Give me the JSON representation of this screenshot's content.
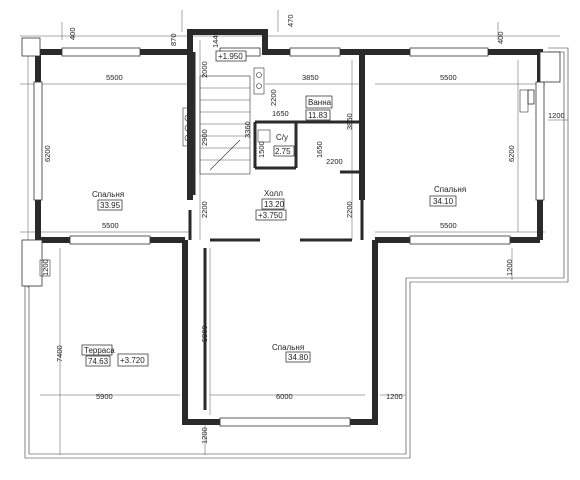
{
  "rooms": {
    "bedroom_left": {
      "name": "Спальня",
      "area": "33.95"
    },
    "bedroom_right": {
      "name": "Спальня",
      "area": "34.10"
    },
    "bedroom_bottom": {
      "name": "Спальня",
      "area": "34.80"
    },
    "hall": {
      "name": "Холл",
      "area": "13.20",
      "level": "+3.750"
    },
    "bathroom": {
      "name": "Ванна",
      "area": "11.83"
    },
    "wc": {
      "name": "С/у",
      "area": "2.75"
    },
    "terrace": {
      "name": "Терраса",
      "area": "74.63",
      "level": "+3.720"
    },
    "stair": {
      "level": "+1.950"
    }
  },
  "dimensions": {
    "d400_top_left": "400",
    "d870": "870",
    "d470": "470",
    "d400_top_right": "400",
    "d1440": "1440",
    "d2000": "2000",
    "d5500_top_left": "5500",
    "d3850_top": "3850",
    "d5500_top_right": "5500",
    "d2200_bath": "2200",
    "d1650_h": "1650",
    "d3850_v": "3850",
    "d3360": "3360",
    "d2900": "2900",
    "d1500": "1500",
    "d1650_v": "1650",
    "d2200_hall": "2200",
    "d6200_left": "6200",
    "d6200_right": "6200",
    "d1200_right": "1200",
    "d2200_left_v": "2200",
    "d2200_right_v": "2200",
    "d5500_mid_left": "5500",
    "d5500_mid_right": "5500",
    "d1200_left": "1200",
    "d1200_right_v": "1200",
    "d7400": "7400",
    "d5900_v": "5900",
    "d5900_h": "5900",
    "d6000": "6000",
    "d1200_bottom": "1200",
    "d1200_bottom_v": "1200"
  }
}
